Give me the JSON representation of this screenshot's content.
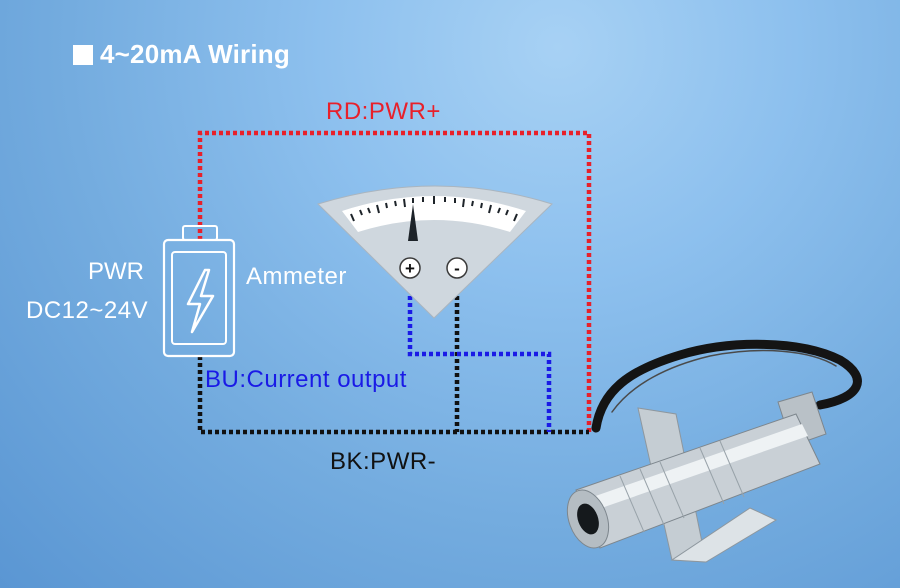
{
  "title": {
    "text": "4~20mA Wiring"
  },
  "wires": {
    "red_label": "RD:PWR+",
    "blue_label": "BU:Current output",
    "black_label": "BK:PWR-",
    "colors": {
      "red": "#e8202a",
      "blue": "#1a1ae6",
      "black": "#111111"
    }
  },
  "power_supply": {
    "label": "PWR",
    "voltage": "DC12~24V",
    "icon": "lightning-bolt-icon"
  },
  "ammeter": {
    "label": "Ammeter",
    "plus_terminal": "+",
    "minus_terminal": "-"
  },
  "sensor": {
    "icon": "infrared-temperature-sensor-icon"
  }
}
